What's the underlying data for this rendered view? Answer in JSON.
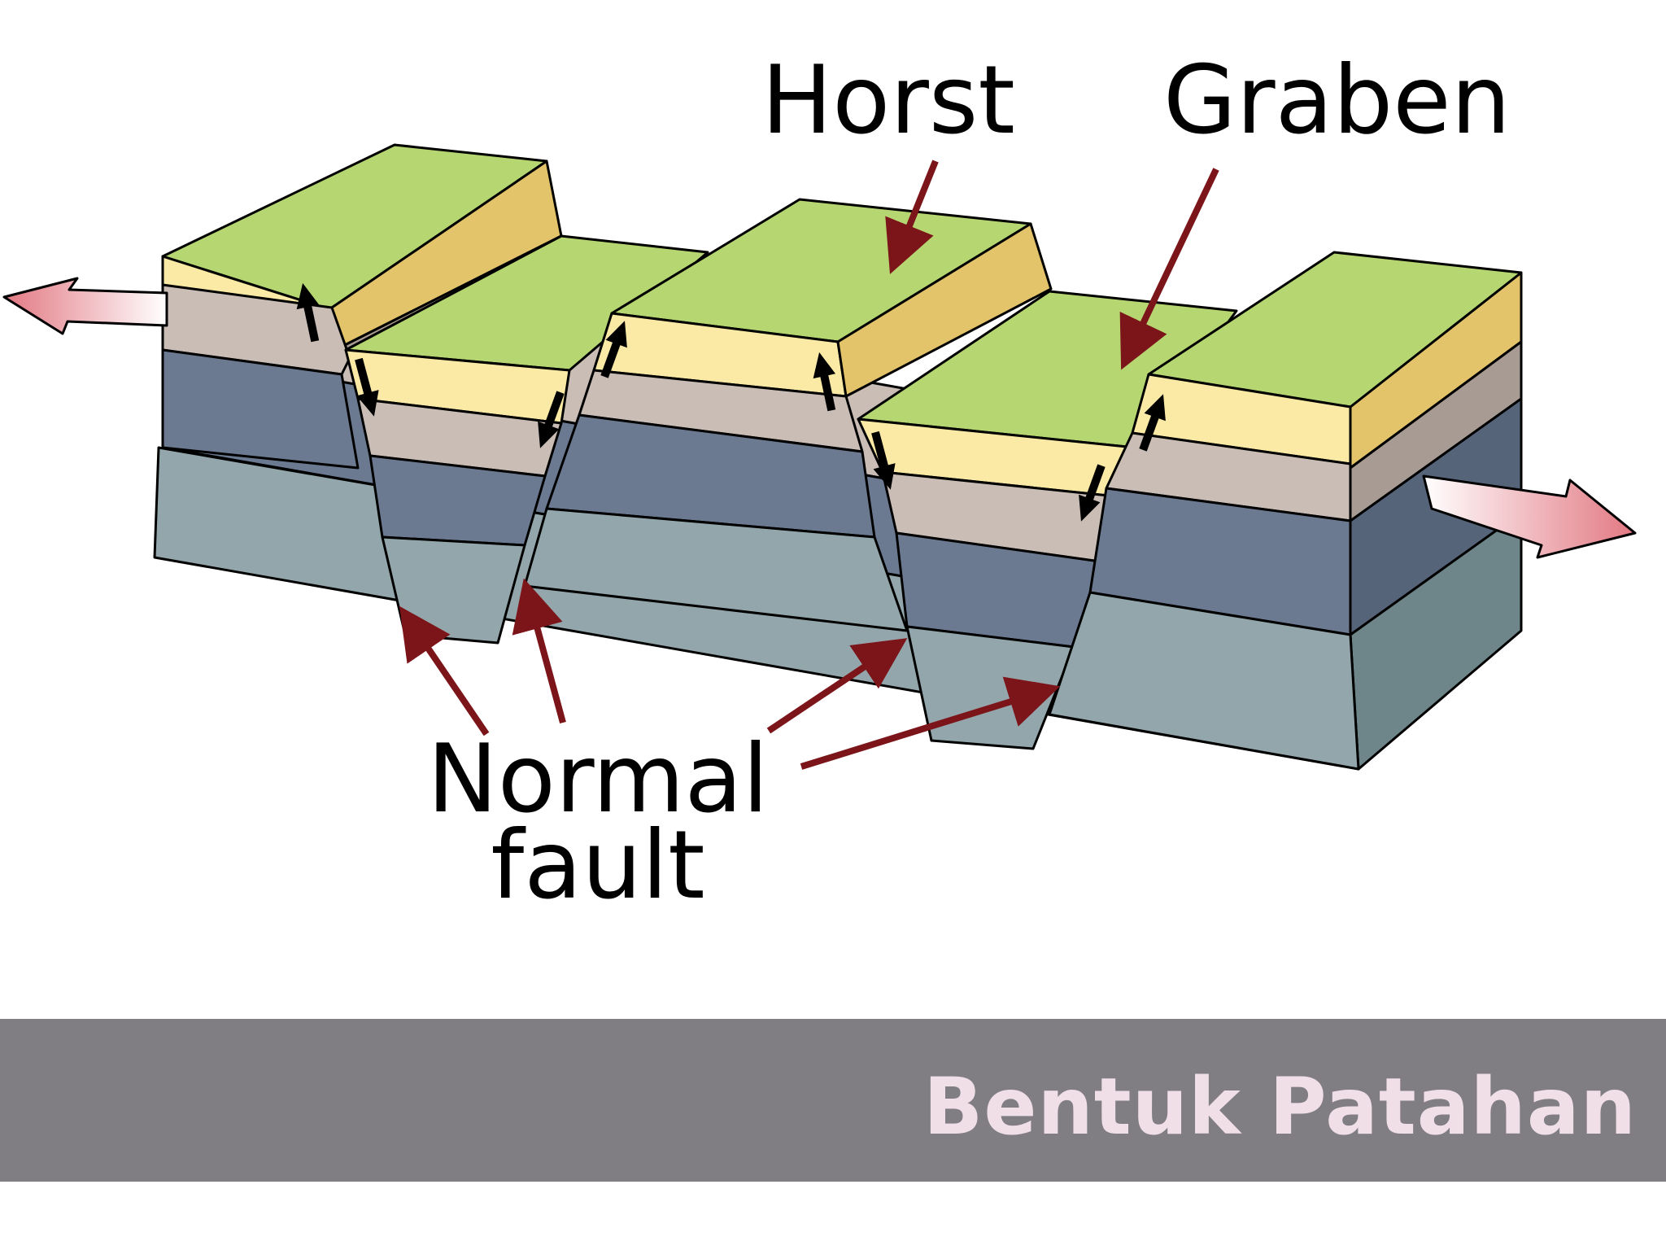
{
  "labels": {
    "horst": "Horst",
    "graben": "Graben",
    "normal_fault_line1": "Normal",
    "normal_fault_line2": "fault"
  },
  "footer": {
    "title": "Bentuk Patahan"
  },
  "colors": {
    "surface_green": "#b6d672",
    "sand_light": "#fbeaa5",
    "sand_dark": "#e3c46a",
    "mudstone": "#c9bdb5",
    "mudstone_dark": "#a89b93",
    "slate_blue": "#6b7a91",
    "slate_blue_dark": "#56647a",
    "grey_green": "#93a6ab",
    "grey_green_dark": "#6e868a",
    "pull_arrow": "#e7828b",
    "label_arrow": "#7c1519",
    "footer_bar": "#807e83",
    "footer_text": "#f1dfe8"
  }
}
